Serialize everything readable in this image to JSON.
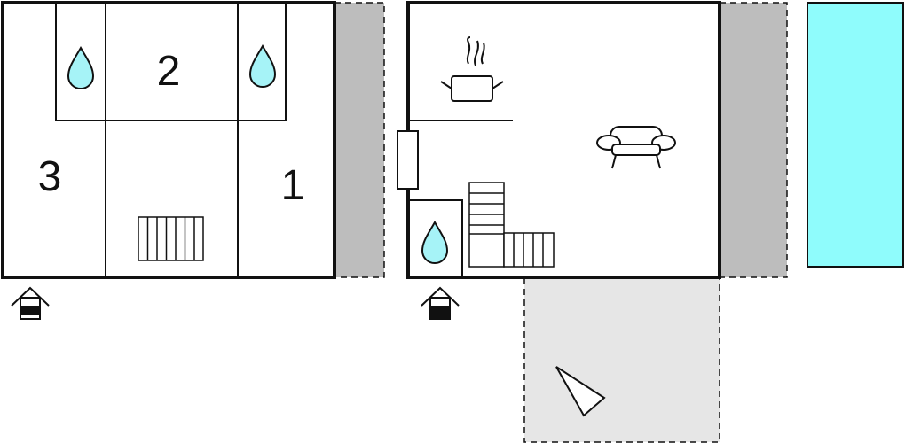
{
  "floor_plan": {
    "upper_floor": {
      "rooms": [
        {
          "label": "2"
        },
        {
          "label": "3"
        },
        {
          "label": "1"
        }
      ]
    },
    "icons": {
      "water": "water-drop-icon",
      "stairs": "stairs-icon",
      "entrance": "entrance-icon",
      "kitchen": "cooking-pot-icon",
      "living": "sofa-icon",
      "terrace": "triangle-icon"
    },
    "colors": {
      "wall": "#111111",
      "water": "#a6f3f7",
      "pool": "#8ffcfc",
      "balcony": "#bdbdbd",
      "terrace": "#e6e6e6"
    }
  }
}
